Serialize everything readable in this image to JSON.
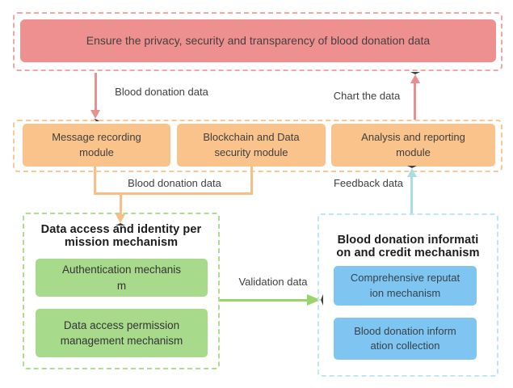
{
  "top_banner": {
    "text": "Ensure the privacy, security and transparency of blood donation data"
  },
  "flow_labels": {
    "blood_donation_top": "Blood donation data",
    "chart_the_data": "Chart the data",
    "blood_donation_mid": "Blood donation data",
    "feedback_data": "Feedback data",
    "validation_data": "Validation data"
  },
  "modules": {
    "message_recording": {
      "line1": "Message recording",
      "line2": "module"
    },
    "blockchain_security": {
      "line1": "Blockchain and Data",
      "line2": "security module"
    },
    "analysis_reporting": {
      "line1": "Analysis and reporting",
      "line2": "module"
    }
  },
  "access_mechanism": {
    "title_line1": "Data access and identity per",
    "title_line2": "mission mechanism",
    "items": [
      {
        "line1": "Authentication mechanis",
        "line2": "m"
      },
      {
        "line1": "Data access permission",
        "line2": "management mechanism"
      }
    ]
  },
  "credit_mechanism": {
    "title_line1": "Blood donation informati",
    "title_line2": "on and credit mechanism",
    "items": [
      {
        "line1": "Comprehensive reputat",
        "line2": "ion mechanism"
      },
      {
        "line1": "Blood donation inform",
        "line2": "ation collection"
      }
    ]
  },
  "colors": {
    "red_dash": "#f3a6a6",
    "red_fill": "#ee9090",
    "red_arrow": "#e88f8f",
    "orange_dash": "#fbc795",
    "orange_fill": "#f9c38b",
    "orange_arrow": "#f7bf86",
    "green_dash": "#addd8e",
    "green_fill": "#a8da8c",
    "green_arrow": "#9bd56a",
    "blue_dash": "#bfe7f2",
    "blue_fill": "#7ec6f1",
    "teal_arrow": "#a9dfe2"
  }
}
